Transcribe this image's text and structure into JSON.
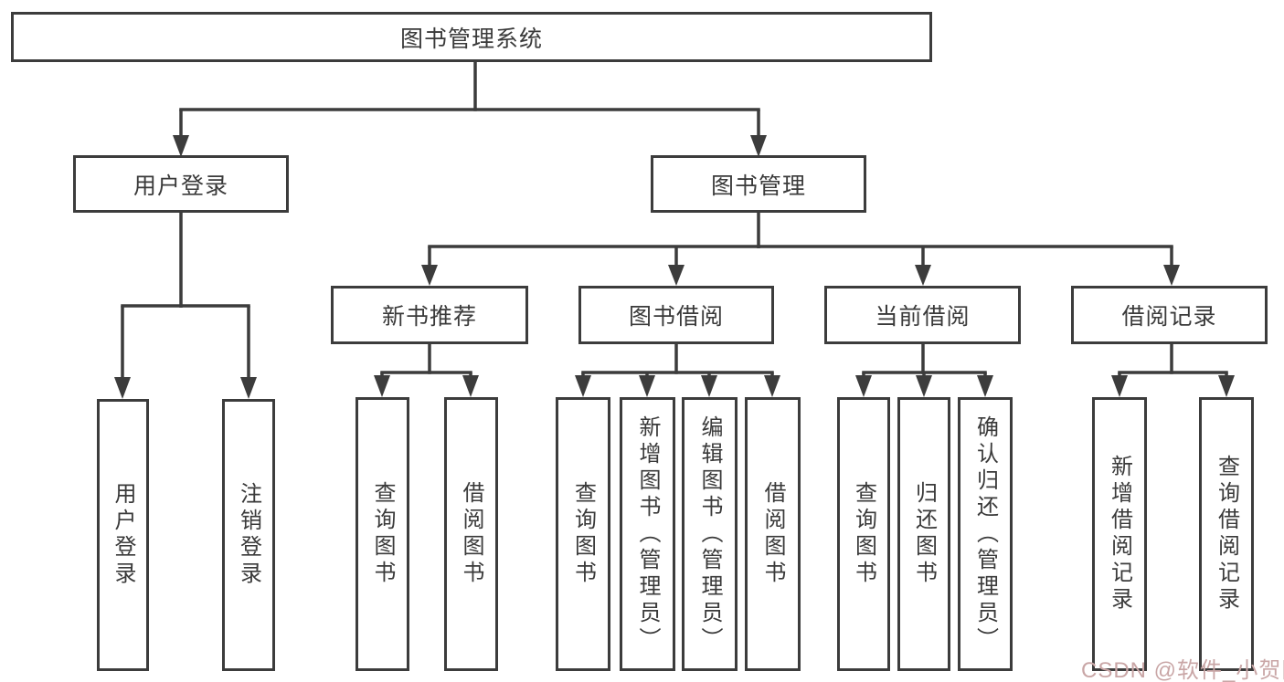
{
  "title": "图书管理系统",
  "tree": {
    "root": {
      "label": "图书管理系统",
      "children": [
        {
          "label": "用户登录",
          "children": [
            {
              "label": "用户登录"
            },
            {
              "label": "注销登录"
            }
          ]
        },
        {
          "label": "图书管理",
          "children": [
            {
              "label": "新书推荐",
              "children": [
                {
                  "label": "查询图书"
                },
                {
                  "label": "借阅图书"
                }
              ]
            },
            {
              "label": "图书借阅",
              "children": [
                {
                  "label": "查询图书"
                },
                {
                  "label": "新增图书（管理员）"
                },
                {
                  "label": "编辑图书（管理员）"
                },
                {
                  "label": "借阅图书"
                }
              ]
            },
            {
              "label": "当前借阅",
              "children": [
                {
                  "label": "查询图书"
                },
                {
                  "label": "归还图书"
                },
                {
                  "label": "确认归还（管理员）"
                }
              ]
            },
            {
              "label": "借阅记录",
              "children": [
                {
                  "label": "新增借阅记录"
                },
                {
                  "label": "查询借阅记录"
                }
              ]
            }
          ]
        }
      ]
    }
  },
  "watermark": {
    "text": "CSDN @软件_小贺同学",
    "color": "#c9a6a6"
  },
  "colors": {
    "line": "#3c3c3c",
    "text": "#3a3a3a",
    "background": "#ffffff"
  }
}
